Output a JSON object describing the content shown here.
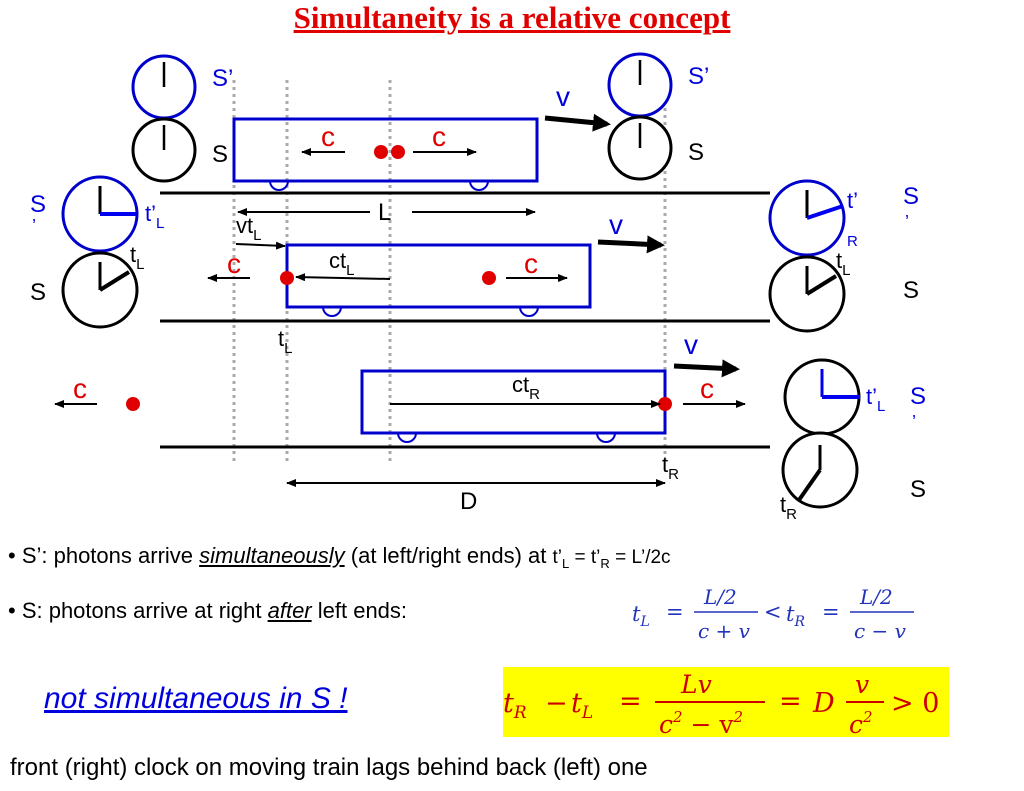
{
  "title": "Simultaneity is a relative concept",
  "diagram": {
    "frame_S_prime": "S’",
    "frame_S": "S",
    "frame_S_prime_left": "S",
    "frame_S_prime_left2": "’",
    "velocity": "v",
    "light": "c",
    "length_L": "L",
    "vt": "vt",
    "ct": "ct",
    "distance_D": "D",
    "t": "t",
    "t_prime": "t’",
    "sub_L": "L",
    "sub_R": "R"
  },
  "bullets": {
    "b1_prefix": "• S’: photons arrive ",
    "b1_emph": "simultaneously",
    "b1_suffix": " (at left/right ends) at ",
    "b1_eq": "t’",
    "b1_eq_sub1": "L",
    "b1_eq_mid": " = t’",
    "b1_eq_sub2": "R",
    "b1_eq_end": " = L’/2c",
    "b2_prefix": "• S: photons arrive at right ",
    "b2_emph": "after",
    "b2_suffix": " left ends:"
  },
  "formula1": {
    "tL": "t",
    "sub_L": "L",
    "eq": "=",
    "num": "L/2",
    "den_plus": "c + v",
    "lt": "<",
    "tR": "t",
    "sub_R": "R",
    "den_minus": "c − v"
  },
  "highlight": "not simultaneous in S !",
  "formula2": {
    "lhs": "t",
    "sub_R": "R",
    "minus": "−",
    "t": "t",
    "sub_L": "L",
    "eq": "=",
    "num": "Lv",
    "den": "c",
    "den_sup": "2",
    "den_minus": " − v",
    "den_sup2": "2",
    "eq2": "=",
    "D": "D",
    "fnum": "v",
    "fden": "c",
    "fden_sup": "2",
    "gt": "> 0"
  },
  "caption": "front (right) clock on moving train lags behind back (left) one",
  "colors": {
    "red": "#e00000",
    "blue": "#0000dd",
    "highlight": "#ffff00"
  }
}
